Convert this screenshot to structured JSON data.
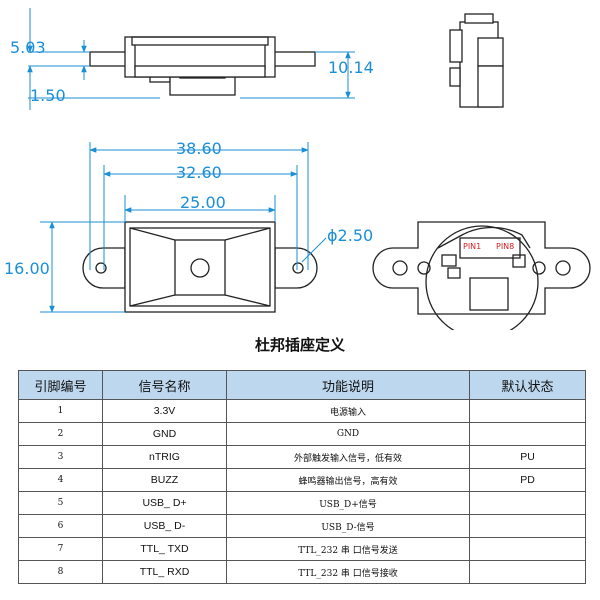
{
  "dimensions": {
    "side_thickness": "5.03",
    "side_flange": "1.50",
    "side_height": "10.14",
    "overall_width": "38.60",
    "hole_pitch": "32.60",
    "body_width": "25.00",
    "hole_diameter": "ϕ2.50",
    "height": "16.00"
  },
  "pcb_labels": {
    "pin1": "PIN1",
    "pin8": "PIN8"
  },
  "section_title": "杜邦插座定义",
  "table": {
    "headers": [
      "引脚编号",
      "信号名称",
      "功能说明",
      "默认状态"
    ],
    "rows": [
      {
        "no": "1",
        "signal": "3.3V",
        "function": "电源输入",
        "default": ""
      },
      {
        "no": "2",
        "signal": "GND",
        "function": "GND",
        "default": ""
      },
      {
        "no": "3",
        "signal": "nTRIG",
        "function": "外部触发输入信号，低有效",
        "default": "PU"
      },
      {
        "no": "4",
        "signal": "BUZZ",
        "function": "蜂鸣器输出信号，高有效",
        "default": "PD"
      },
      {
        "no": "5",
        "signal": "USB_ D+",
        "function": "USB_D+信号",
        "default": ""
      },
      {
        "no": "6",
        "signal": "USB_ D-",
        "function": "USB_D-信号",
        "default": ""
      },
      {
        "no": "7",
        "signal": "TTL_ TXD",
        "function": "TTL_232 串 口信号发送",
        "default": ""
      },
      {
        "no": "8",
        "signal": "TTL_ RXD",
        "function": "TTL_232 串 口信号接收",
        "default": ""
      }
    ]
  },
  "colors": {
    "dimension": "#1a8fd6",
    "header_bg": "#bdd7ee",
    "pin_label": "#d42020"
  }
}
